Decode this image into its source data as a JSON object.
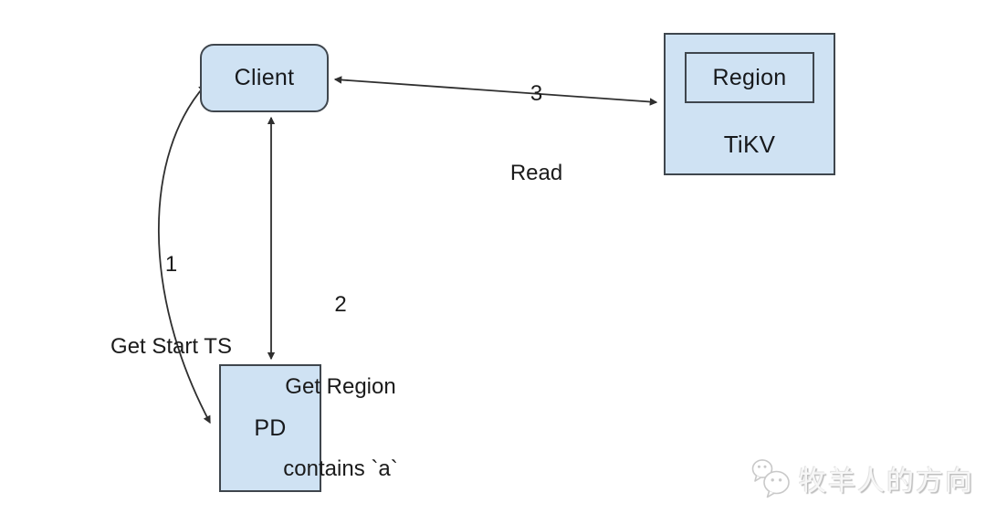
{
  "diagram": {
    "title_hint": "TiDB read flow diagram",
    "nodes": {
      "client": {
        "label": "Client"
      },
      "tikv": {
        "label": "TiKV"
      },
      "region": {
        "label": "Region"
      },
      "pd": {
        "label": "PD"
      }
    },
    "edges": {
      "get_start_ts": {
        "step": "1",
        "label": "Get Start TS",
        "from": "Client",
        "to": "PD",
        "bidirectional": true
      },
      "get_region": {
        "step": "2",
        "line1": "Get Region",
        "line2": "contains `a`",
        "from": "Client",
        "to": "PD",
        "bidirectional": true
      },
      "read": {
        "step": "3",
        "label": "Read",
        "from": "Client",
        "to": "TiKV",
        "bidirectional": true
      }
    },
    "colors": {
      "background": "#ffffff",
      "node_fill": "#cfe2f3",
      "node_border": "#3f464d",
      "arrow": "#2f2f2f",
      "label_text": "#1b1b1b",
      "watermark_gray": "#c9c9c9"
    }
  },
  "watermark": {
    "icon": "wechat-icon",
    "text": "牧羊人的方向"
  }
}
